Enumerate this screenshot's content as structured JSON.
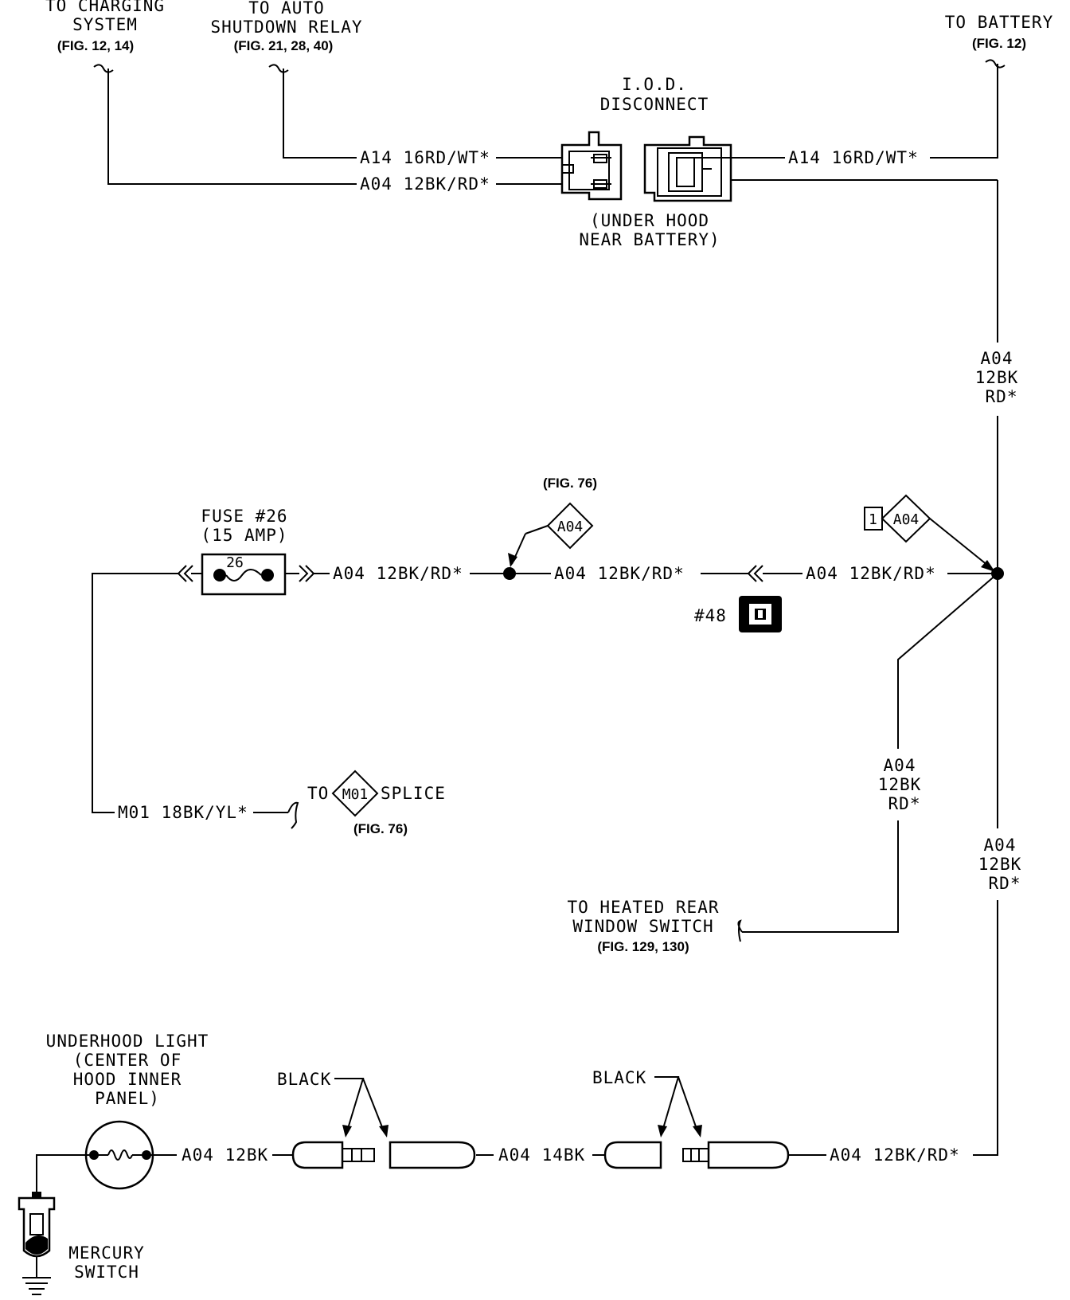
{
  "labels": {
    "charging_line1": "TO CHARGING",
    "charging_line2": "SYSTEM",
    "charging_ref": "(FIG. 12, 14)",
    "asd_line1": "TO AUTO",
    "asd_line2": "SHUTDOWN RELAY",
    "asd_ref": "(FIG. 21, 28, 40)",
    "battery_line1": "TO BATTERY",
    "battery_ref": "(FIG. 12)",
    "iod_line1": "I.O.D.",
    "iod_line2": "DISCONNECT",
    "iod_loc1": "(UNDER HOOD",
    "iod_loc2": "NEAR BATTERY)",
    "fuse_line1": "FUSE #26",
    "fuse_line2": "(15 AMP)",
    "fuse_num": "26",
    "fig76_top": "(FIG. 76)",
    "m01_to": "TO",
    "m01_splice": "SPLICE",
    "m01_ref": "(FIG. 76)",
    "heated_line1": "TO HEATED REAR",
    "heated_line2": "WINDOW SWITCH",
    "heated_ref": "(FIG. 129, 130)",
    "light_line1": "UNDERHOOD LIGHT",
    "light_line2": "(CENTER OF",
    "light_line3": "HOOD INNER",
    "light_line4": "PANEL)",
    "mercury_line1": "MERCURY",
    "mercury_line2": "SWITCH",
    "black_left": "BLACK",
    "black_right": "BLACK",
    "connector_48": "#48",
    "splice_num": "1"
  },
  "wires": {
    "a14_left": "A14 16RD/WT*",
    "a04_left": "A04 12BK/RD*",
    "a14_right": "A14 16RD/WT*",
    "fuse_out": "A04 12BK/RD*",
    "mid": "A04 12BK/RD*",
    "right_of_conn": "A04 12BK/RD*",
    "m01": "M01 18BK/YL*",
    "vert_top": [
      "A04",
      "12BK",
      "RD*"
    ],
    "vert_branch": [
      "A04",
      "12BK",
      "RD*"
    ],
    "vert_right": [
      "A04",
      "12BK",
      "RD*"
    ],
    "bottom_right": "A04 12BK/RD*",
    "bottom_mid": "A04 14BK",
    "bottom_left": "A04 12BK"
  },
  "splice_tags": {
    "fig76_splice": "A04",
    "right_splice": "A04",
    "m01_splice": "M01"
  }
}
